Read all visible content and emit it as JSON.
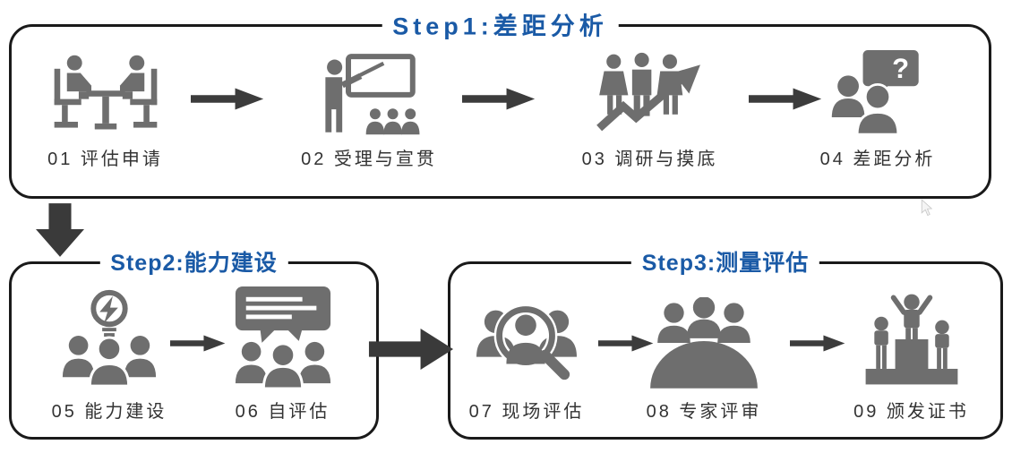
{
  "diagram": {
    "steps": [
      {
        "title": "Step1:差距分析",
        "items": [
          {
            "label": "01 评估申请",
            "icon": "meeting-table-icon"
          },
          {
            "label": "02 受理与宣贯",
            "icon": "presentation-icon"
          },
          {
            "label": "03 调研与摸底",
            "icon": "survey-growth-icon"
          },
          {
            "label": "04 差距分析",
            "icon": "question-discussion-icon"
          }
        ]
      },
      {
        "title": "Step2:能力建设",
        "items": [
          {
            "label": "05 能力建设",
            "icon": "idea-team-icon"
          },
          {
            "label": "06 自评估",
            "icon": "feedback-team-icon"
          }
        ]
      },
      {
        "title": "Step3:测量评估",
        "items": [
          {
            "label": "07 现场评估",
            "icon": "audit-search-icon"
          },
          {
            "label": "08 专家评审",
            "icon": "panel-meeting-icon"
          },
          {
            "label": "09 颁发证书",
            "icon": "award-podium-icon"
          }
        ]
      }
    ],
    "colors": {
      "title_blue": "#1a5aa6",
      "icon_gray": "#6e6e6e",
      "arrow_dark": "#3c3c3c",
      "label_gray": "#333333",
      "border_black": "#1a1a1a"
    },
    "question_mark": "?"
  }
}
